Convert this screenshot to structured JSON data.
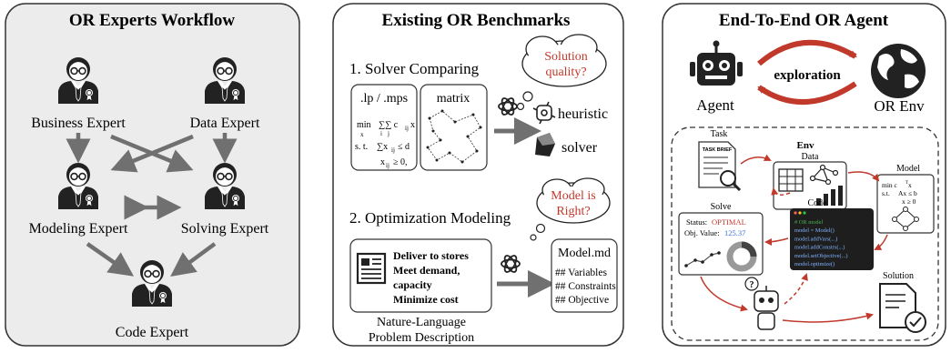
{
  "panel1": {
    "title": "OR Experts Workflow",
    "experts": {
      "business": "Business Expert",
      "data": "Data Expert",
      "modeling": "Modeling Expert",
      "solving": "Solving Expert",
      "code": "Code Expert"
    }
  },
  "panel2": {
    "title": "Existing OR Benchmarks",
    "section1": "1. Solver Comparing",
    "file_label": ".lp / .mps",
    "matrix_label": "matrix",
    "formula": {
      "min": "min",
      "min_sub": "x",
      "objective": "∑∑ c",
      "objective_sub": "ij",
      "objective_var": "x",
      "objective_var_sub": "ij",
      "sum_sub_i": "i",
      "sum_sub_j": "j",
      "st": "s. t.",
      "constraint1": "∑x",
      "constraint1_sub": "ij",
      "constraint1_rhs": "≤ d",
      "constraint1_rhs_sub": "i",
      "constraint2": "x",
      "constraint2_sub": "ij",
      "constraint2_rhs": "≥ 0,"
    },
    "bubble1": [
      "Solution",
      "quality?"
    ],
    "heuristic": "heuristic",
    "solver": "solver",
    "section2": "2. Optimization Modeling",
    "bubble2": [
      "Model is",
      "Right?"
    ],
    "doc_lines": [
      "Deliver to stores",
      "Meet demand,",
      "capacity",
      "Minimize cost"
    ],
    "model_title": "Model.md",
    "model_lines": [
      "## Variables",
      "## Constraints",
      "## Objective"
    ],
    "caption": [
      "Nature-Language",
      "Problem Description"
    ]
  },
  "panel3": {
    "title": "End-To-End OR Agent",
    "agent": "Agent",
    "exploration": "exploration",
    "or_env": "OR Env",
    "env": "Env",
    "task": "Task",
    "task_brief": "TASK BRIEF",
    "data": "Data",
    "model": "Model",
    "model_formula": [
      "min   c",
      "T",
      "x",
      "s.t.",
      "Ax ≤ b",
      "x ≥ 0"
    ],
    "code": "Code",
    "code_lines": [
      {
        "text": "# OR model",
        "color": "#4caf50"
      },
      {
        "text": "model  = Model()",
        "color": "#7fb2ff"
      },
      {
        "text": "model.addVars(...)",
        "color": "#7fb2ff"
      },
      {
        "text": "model.addConstrs(...)",
        "color": "#7fb2ff"
      },
      {
        "text": "model.setObjective(...)",
        "color": "#7fb2ff"
      },
      {
        "text": "model.optimize()",
        "color": "#7fb2ff"
      }
    ],
    "solve": "Solve",
    "status_label": "Status:",
    "status_value": "OPTIMAL",
    "obj_label": "Obj. Value:",
    "obj_value": "125.37",
    "solution": "Solution",
    "question": "?"
  },
  "colors": {
    "red": "#c0392b",
    "arrow_gray": "#707070",
    "border": "#333333"
  }
}
